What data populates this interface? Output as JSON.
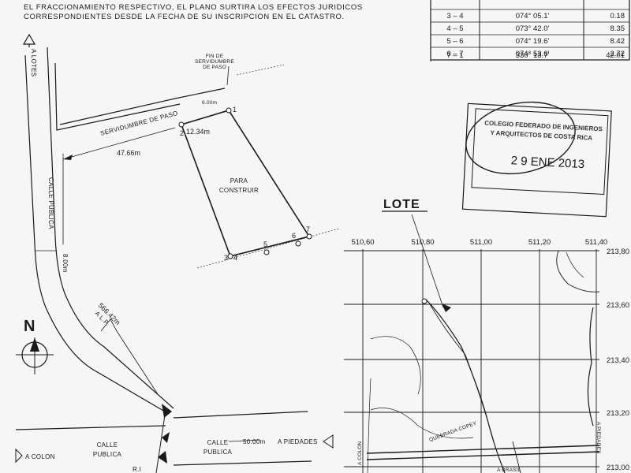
{
  "header": {
    "line1": "EL FRACCIONAMIENTO RESPECTIVO, EL PLANO SURTIRA LOS EFECTOS JURIDICOS",
    "line2": "CORRESPONDIENTES DESDE LA FECHA DE SU INSCRIPCION EN EL CATASTRO."
  },
  "bearing_table": {
    "rows": [
      {
        "side": "3 – 4",
        "bearing": "074° 05.1'",
        "distance": "0.18"
      },
      {
        "side": "4 – 5",
        "bearing": "073° 42.0'",
        "distance": "8.35"
      },
      {
        "side": "5 – 6",
        "bearing": "074° 19.6'",
        "distance": "8.42"
      },
      {
        "side": "6 – 7",
        "bearing": "074° 53.6'",
        "distance": "2.72"
      },
      {
        "side": "7 – 1",
        "bearing": "330° 13.7'",
        "distance": "42.01"
      }
    ]
  },
  "site_plan": {
    "arrow_lotes": "A LOTES",
    "fin_servidumbre": [
      "FIN DE",
      "SERVIDUMBRE",
      "DE PASO"
    ],
    "dim_6m": "6.00m",
    "servidumbre_label": "SERVIDUMBRE DE PASO",
    "dim_1234": "12.34m",
    "dim_4766": "47.66m",
    "lot_label": [
      "PARA",
      "CONSTRUIR"
    ],
    "vertices": [
      "1",
      "2",
      "3",
      "4",
      "5",
      "6",
      "7"
    ],
    "calle_publica_vertical": "CALLE PUBLICA",
    "dim_800": "8.00m",
    "dim_56642": "566.42m",
    "al_p": "A L.P.",
    "north": "N",
    "calle_publica_left": [
      "CALLE",
      "PUBLICA"
    ],
    "calle_publica_right": [
      "CALLE",
      "PUBLICA"
    ],
    "dim_5000": "50.00m",
    "a_piedades": "A PIEDADES",
    "a_colon": "A COLON",
    "cut_label": "R.I"
  },
  "stamp": {
    "line1": "COLEGIO FEDERADO DE INGENIEROS",
    "line2": "Y ARQUITECTOS DE COSTA RICA",
    "date": "2 9 ENE 2013"
  },
  "location_map": {
    "title": "LOTE",
    "x_ticks": [
      "510,60",
      "510,80",
      "511,00",
      "511,20",
      "511,40"
    ],
    "y_ticks": [
      "213,80",
      "213,60",
      "213,40",
      "213,20",
      "213,00"
    ],
    "road_labels": [
      "QUEBRADA COPEY",
      "A COLON",
      "A PIEDADES",
      "A BRASIL"
    ]
  }
}
